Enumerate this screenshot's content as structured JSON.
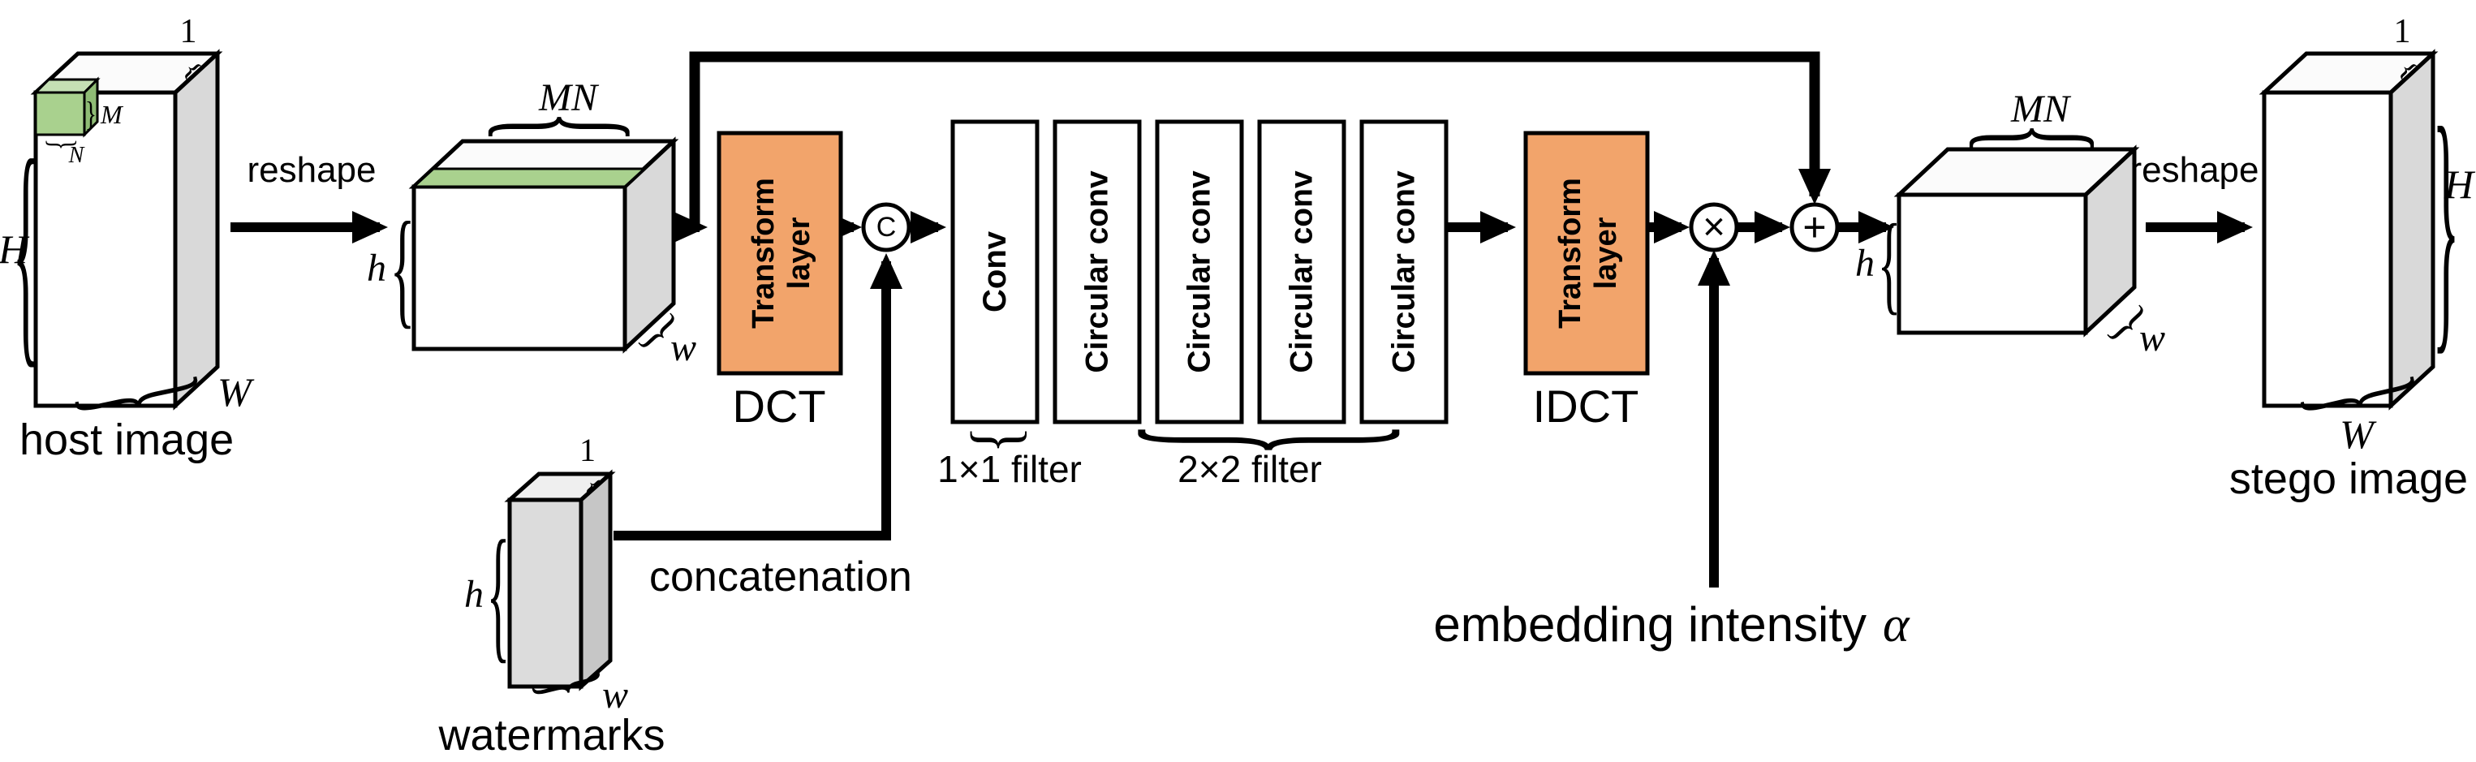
{
  "colors": {
    "orange": "#F2A46B",
    "green": "#A9D18E",
    "green_top": "#C5E0B4",
    "green_side": "#8FBC75",
    "gray_side": "#D9D9D9",
    "top_face": "#FBFBFB",
    "wm_front": "#DCDCDC",
    "wm_side": "#C6C6C6",
    "wm_top": "#EFEFEF"
  },
  "glyphs": {
    "brace_left": "{",
    "brace_right": "}"
  },
  "labels": {
    "reshape_left": "reshape",
    "reshape_right": "reshape",
    "concatenation": "concatenation",
    "embedding_intensity": "embedding intensity",
    "alpha": "α"
  },
  "host_image": {
    "caption": "host image",
    "channel": "1",
    "height": "H",
    "width": "W",
    "patch_height": "M",
    "patch_width": "N"
  },
  "reshaped_host": {
    "rows": "MN",
    "height": "h",
    "width": "w"
  },
  "dct_block": {
    "line1": "Transform",
    "line2": "layer",
    "caption": "DCT"
  },
  "concat_node": {
    "symbol": "C"
  },
  "conv_block": {
    "label": "Conv",
    "caption": "1×1 filter"
  },
  "circular_blocks": {
    "labels": [
      "Circular conv",
      "Circular conv",
      "Circular conv",
      "Circular conv"
    ],
    "caption": "2×2 filter"
  },
  "idct_block": {
    "line1": "Transform",
    "line2": "layer",
    "caption": "IDCT"
  },
  "multiply_node": {
    "symbol": "×"
  },
  "add_node": {
    "symbol": "+"
  },
  "output_tensor": {
    "rows": "MN",
    "height": "h",
    "width": "w"
  },
  "stego_image": {
    "caption": "stego image",
    "channel": "1",
    "height": "H",
    "width": "W"
  },
  "watermarks": {
    "caption": "watermarks",
    "channel": "1",
    "height": "h",
    "width": "w"
  }
}
